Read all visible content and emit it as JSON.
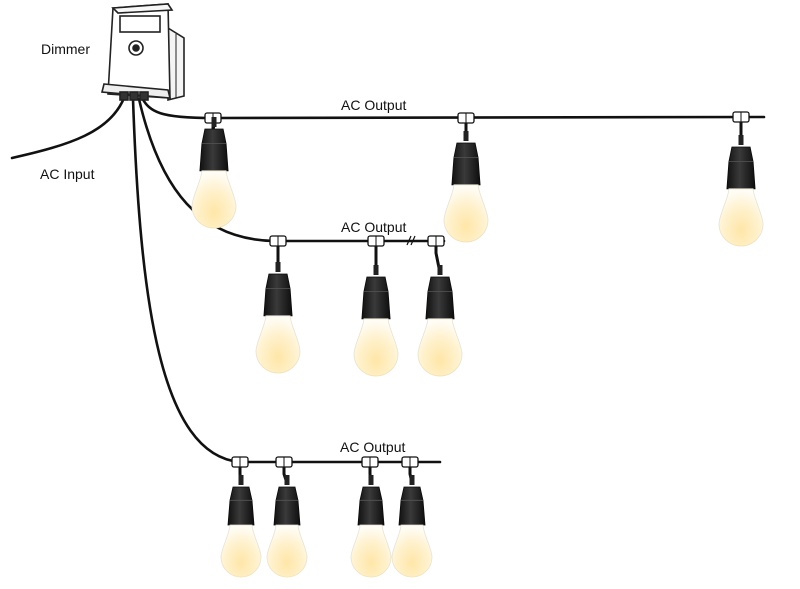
{
  "labels": {
    "dimmer": "Dimmer",
    "ac_input": "AC Input",
    "output_1": "AC Output",
    "output_2": "AC Output",
    "output_3": "AC Output"
  },
  "colors": {
    "wire": "#111111",
    "socket": "#1a1a1a",
    "bulb_light": "#fffdf6",
    "bulb_warm": "#ffe6a8",
    "dimmer_fill": "#ffffff",
    "dimmer_stroke": "#222222"
  },
  "icons": {
    "dimmer": "dimmer-box-icon",
    "bulb": "light-bulb-icon",
    "connector": "t-connector-icon"
  }
}
